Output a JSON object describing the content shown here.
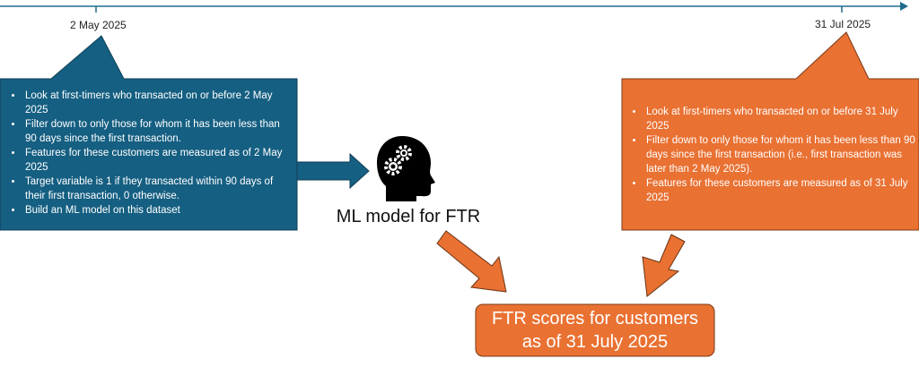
{
  "timeline": {
    "start_label": "2 May 2025",
    "end_label": "31 Jul 2025"
  },
  "training_box": {
    "bullets": [
      "Look at first-timers who transacted on or before 2 May 2025",
      "Filter down to only those for whom it has been less than 90 days since the first transaction.",
      "Features for these customers are measured as of 2 May 2025",
      "Target variable is 1 if they transacted within 90 days of their first transaction, 0 otherwise.",
      "Build an ML model on this dataset"
    ]
  },
  "scoring_box": {
    "bullets": [
      "Look at first-timers who transacted on or before 31 July 2025",
      "Filter down to only those for whom it has been less than 90 days since the first transaction (i.e., first transaction was later than 2 May 2025).",
      "Features for these customers are measured as of 31 July 2025"
    ]
  },
  "model": {
    "label": "ML model for FTR",
    "icon": "head-gears-icon"
  },
  "output": {
    "line1": "FTR scores for customers",
    "line2": "as of 31 July 2025"
  },
  "colors": {
    "blue": "#155F82",
    "orange": "#E97132",
    "timeline": "#1F6A8C"
  }
}
